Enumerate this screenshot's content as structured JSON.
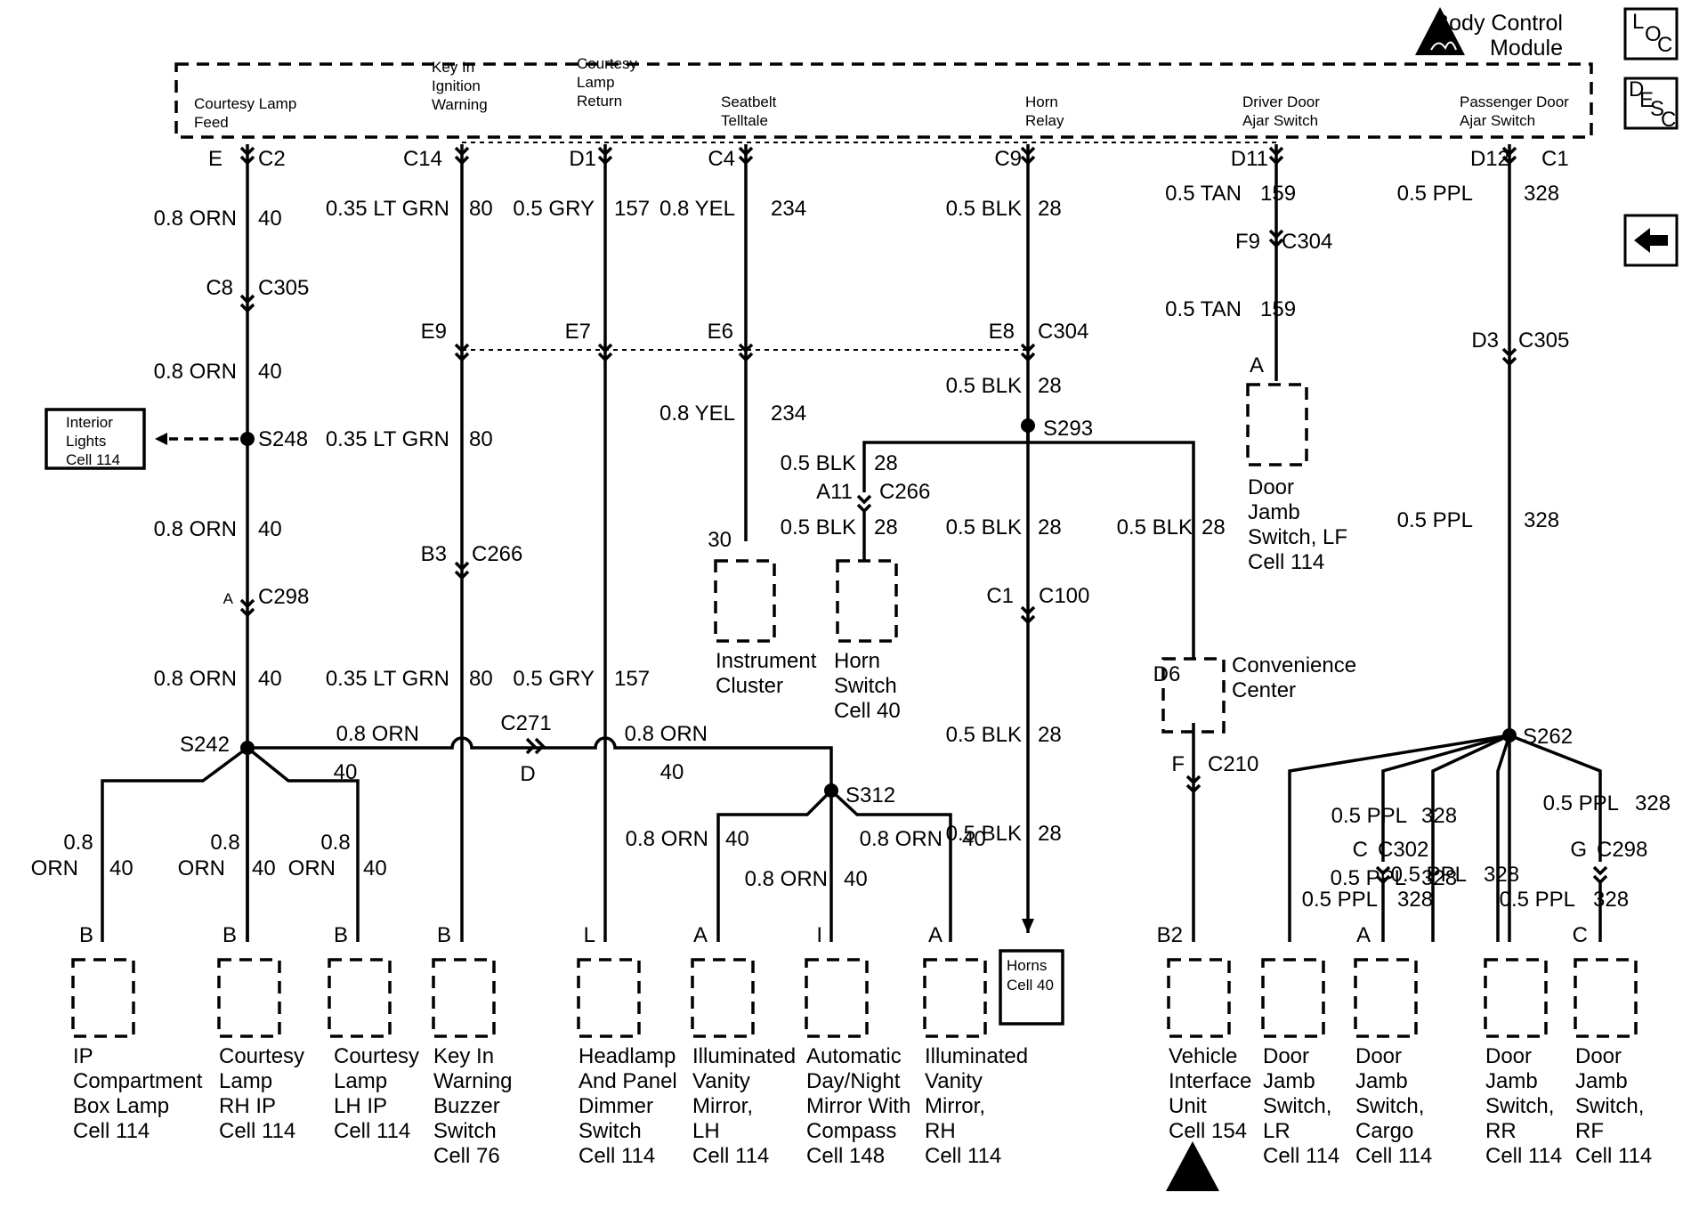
{
  "module": {
    "title_line1": "Body Control",
    "title_line2": "Module",
    "pins": [
      {
        "lines": [
          "Courtesy Lamp",
          "Feed"
        ]
      },
      {
        "lines": [
          "Key In",
          "Ignition",
          "Warning"
        ]
      },
      {
        "lines": [
          "Courtesy",
          "Lamp",
          "Return"
        ]
      },
      {
        "lines": [
          "Seatbelt",
          "Telltale"
        ]
      },
      {
        "lines": [
          "Horn",
          "Relay"
        ]
      },
      {
        "lines": [
          "Driver Door",
          "Ajar Switch"
        ]
      },
      {
        "lines": [
          "Passenger Door",
          "Ajar Switch"
        ]
      }
    ]
  },
  "side_icons": {
    "loc": [
      "L",
      "O",
      "C"
    ],
    "desc": [
      "D",
      "E",
      "S",
      "C"
    ],
    "back_arrow": "left-arrow-icon"
  },
  "labels": [
    {
      "t": "E"
    },
    {
      "t": "C2"
    },
    {
      "t": "C14"
    },
    {
      "t": "D1"
    },
    {
      "t": "C4"
    },
    {
      "t": "C9"
    },
    {
      "t": "D11"
    },
    {
      "t": "D12"
    },
    {
      "t": "C1"
    },
    {
      "t": "0.8 ORN"
    },
    {
      "t": "40"
    },
    {
      "t": "0.35 LT GRN"
    },
    {
      "t": "80"
    },
    {
      "t": "0.5 GRY"
    },
    {
      "t": "157"
    },
    {
      "t": "0.8 YEL"
    },
    {
      "t": "234"
    },
    {
      "t": "0.5 BLK"
    },
    {
      "t": "28"
    },
    {
      "t": "0.5 TAN"
    },
    {
      "t": "159"
    },
    {
      "t": "0.5 PPL"
    },
    {
      "t": "328"
    },
    {
      "t": "C8"
    },
    {
      "t": "C305"
    },
    {
      "t": "F9"
    },
    {
      "t": "C304"
    },
    {
      "t": "0.5 TAN"
    },
    {
      "t": "159"
    },
    {
      "t": "E9"
    },
    {
      "t": "E7"
    },
    {
      "t": "E6"
    },
    {
      "t": "E8"
    },
    {
      "t": "C304"
    },
    {
      "t": "D3"
    },
    {
      "t": "C305"
    },
    {
      "t": "0.8 ORN"
    },
    {
      "t": "40"
    },
    {
      "t": "0.5 BLK"
    },
    {
      "t": "28"
    },
    {
      "t": "A"
    },
    {
      "t": "S248"
    },
    {
      "t": "0.35 LT GRN"
    },
    {
      "t": "80"
    },
    {
      "t": "0.8 YEL"
    },
    {
      "t": "234"
    },
    {
      "t": "S293"
    },
    {
      "t": "0.5 BLK"
    },
    {
      "t": "28"
    },
    {
      "t": "A11"
    },
    {
      "t": "C266"
    },
    {
      "t": "0.8 ORN"
    },
    {
      "t": "40"
    },
    {
      "t": "30"
    },
    {
      "t": "0.5 BLK"
    },
    {
      "t": "28"
    },
    {
      "t": "0.5 BLK"
    },
    {
      "t": "28"
    },
    {
      "t": "0.5 BLK"
    },
    {
      "t": "28"
    },
    {
      "t": "0.5 PPL"
    },
    {
      "t": "328"
    },
    {
      "t": "B3"
    },
    {
      "t": "C266"
    },
    {
      "t": "A"
    },
    {
      "t": "C298"
    },
    {
      "t": "C1"
    },
    {
      "t": "C100"
    },
    {
      "t": "0.8 ORN"
    },
    {
      "t": "40"
    },
    {
      "t": "0.35 LT GRN"
    },
    {
      "t": "80"
    },
    {
      "t": "0.5 GRY"
    },
    {
      "t": "157"
    },
    {
      "t": "D6"
    },
    {
      "t": "S242"
    },
    {
      "t": "0.8 ORN"
    },
    {
      "t": "40"
    },
    {
      "t": "C271"
    },
    {
      "t": "D"
    },
    {
      "t": "0.8 ORN"
    },
    {
      "t": "40"
    },
    {
      "t": "S262"
    },
    {
      "t": "0.5 BLK"
    },
    {
      "t": "28"
    },
    {
      "t": "F"
    },
    {
      "t": "C210"
    },
    {
      "t": "S312"
    },
    {
      "t": "0.5 PPL"
    },
    {
      "t": "328"
    },
    {
      "t": "0.5 PPL"
    },
    {
      "t": "328"
    },
    {
      "t": "0.8"
    },
    {
      "t": "ORN"
    },
    {
      "t": "40"
    },
    {
      "t": "0.8"
    },
    {
      "t": "ORN"
    },
    {
      "t": "40"
    },
    {
      "t": "0.8"
    },
    {
      "t": "ORN"
    },
    {
      "t": "40"
    },
    {
      "t": "0.8 ORN"
    },
    {
      "t": "40"
    },
    {
      "t": "0.8 ORN"
    },
    {
      "t": "40"
    },
    {
      "t": "0.8 ORN"
    },
    {
      "t": "40"
    },
    {
      "t": "0.5 BLK"
    },
    {
      "t": "28"
    },
    {
      "t": "C"
    },
    {
      "t": "C302"
    },
    {
      "t": "G"
    },
    {
      "t": "C298"
    },
    {
      "t": "0.5 PPL"
    },
    {
      "t": "328"
    },
    {
      "t": "0.5 PPL"
    },
    {
      "t": "328"
    },
    {
      "t": "0.5 PPL"
    },
    {
      "t": "328"
    },
    {
      "t": "0.5 PPL"
    },
    {
      "t": "328"
    },
    {
      "t": "B"
    },
    {
      "t": "B"
    },
    {
      "t": "B"
    },
    {
      "t": "B"
    },
    {
      "t": "L"
    },
    {
      "t": "A"
    },
    {
      "t": "I"
    },
    {
      "t": "A"
    },
    {
      "t": "B2"
    },
    {
      "t": "A"
    },
    {
      "t": "C"
    }
  ],
  "boxes": [
    {
      "lines": [
        "Interior",
        "Lights",
        "Cell 114"
      ]
    },
    {
      "lines": [
        "Horns",
        "Cell 40"
      ]
    }
  ],
  "components": [
    {
      "lines": [
        "Door",
        "Jamb",
        "Switch, LF",
        "Cell 114"
      ]
    },
    {
      "lines": [
        "Instrument",
        "Cluster"
      ]
    },
    {
      "lines": [
        "Horn",
        "Switch",
        "Cell 40"
      ]
    },
    {
      "lines": [
        "Convenience",
        "Center"
      ]
    },
    {
      "lines": [
        "IP",
        "Compartment",
        "Box Lamp",
        "Cell 114"
      ]
    },
    {
      "lines": [
        "Courtesy",
        "Lamp",
        "RH IP",
        "Cell 114"
      ]
    },
    {
      "lines": [
        "Courtesy",
        "Lamp",
        "LH IP",
        "Cell 114"
      ]
    },
    {
      "lines": [
        "Key In",
        "Warning",
        "Buzzer",
        "Switch",
        "Cell 76"
      ]
    },
    {
      "lines": [
        "Headlamp",
        "And Panel",
        "Dimmer",
        "Switch",
        "Cell 114"
      ]
    },
    {
      "lines": [
        "Illuminated",
        "Vanity",
        "Mirror,",
        "LH",
        "Cell 114"
      ]
    },
    {
      "lines": [
        "Automatic",
        "Day/Night",
        "Mirror With",
        "Compass",
        "Cell 148"
      ]
    },
    {
      "lines": [
        "Illuminated",
        "Vanity",
        "Mirror,",
        "RH",
        "Cell 114"
      ]
    },
    {
      "lines": [
        "Vehicle",
        "Interface",
        "Unit",
        "Cell 154"
      ]
    },
    {
      "lines": [
        "Door",
        "Jamb",
        "Switch,",
        "LR",
        "Cell 114"
      ]
    },
    {
      "lines": [
        "Door",
        "Jamb",
        "Switch,",
        "Cargo",
        "Cell 114"
      ]
    },
    {
      "lines": [
        "Door",
        "Jamb",
        "Switch,",
        "RR",
        "Cell 114"
      ]
    },
    {
      "lines": [
        "Door",
        "Jamb",
        "Switch,",
        "RF",
        "Cell 114"
      ]
    }
  ]
}
